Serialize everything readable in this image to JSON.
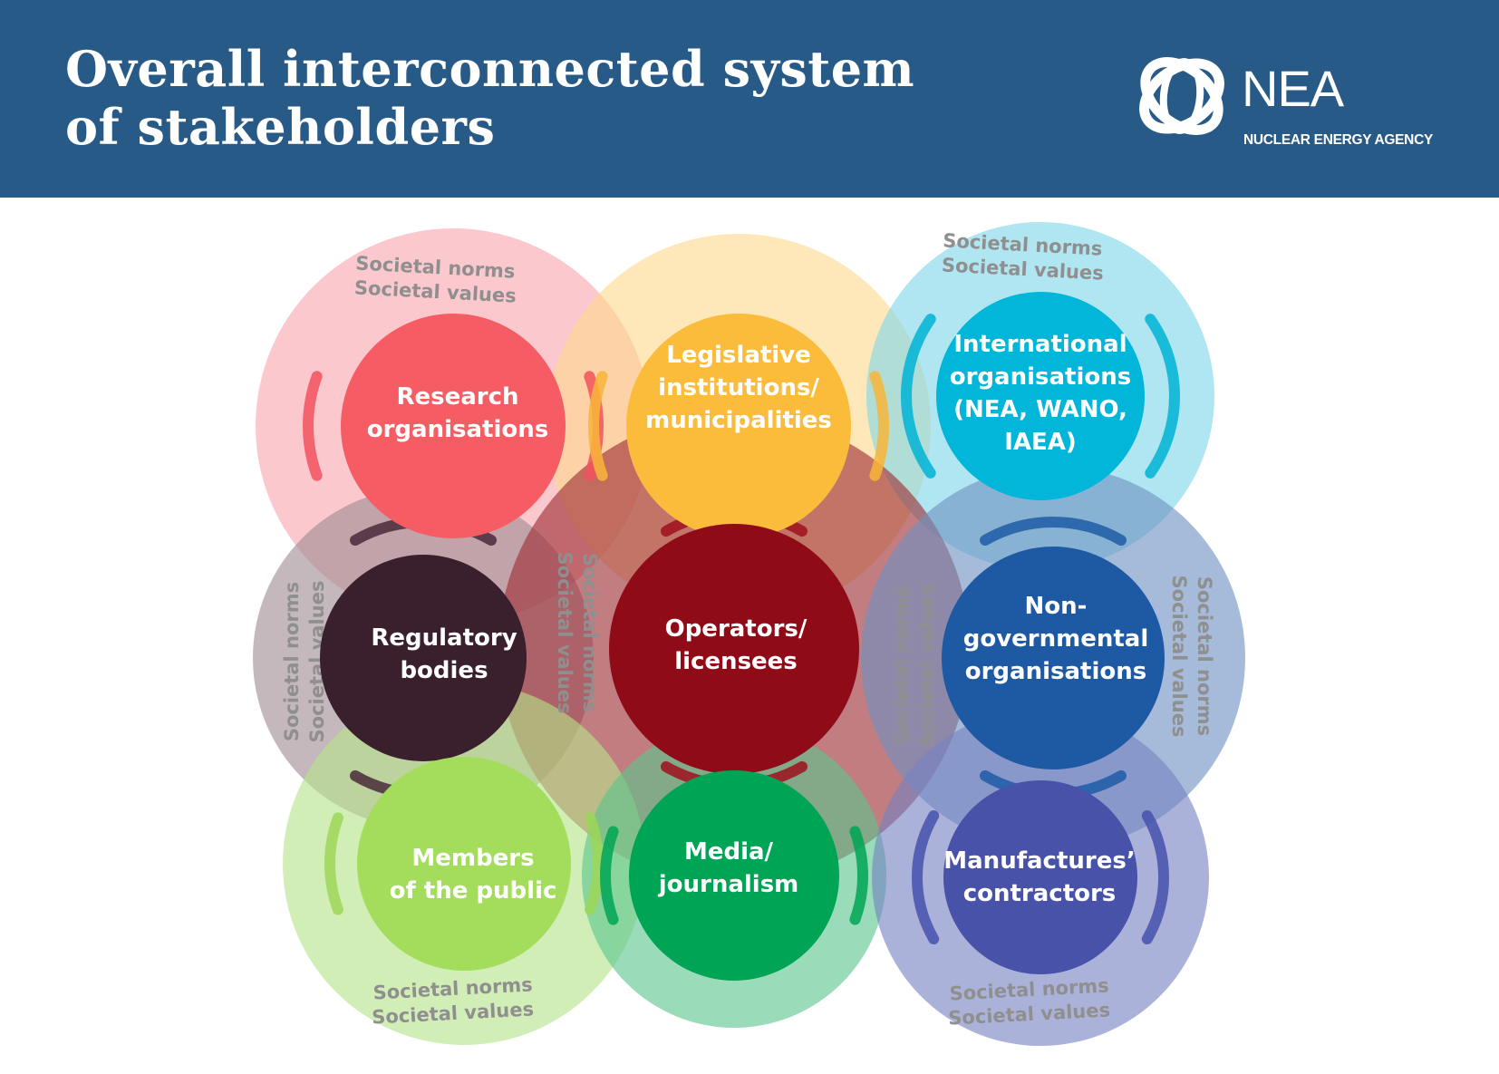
{
  "header": {
    "title_line1": "Overall interconnected system",
    "title_line2": "of stakeholders",
    "logo_text": "NEA",
    "logo_subtitle": "NUCLEAR ENERGY AGENCY",
    "background": "#285a87"
  },
  "nodes": [
    {
      "id": "research",
      "lines": [
        "Research",
        "organisations"
      ],
      "norms": "Societal norms",
      "values": "Societal values",
      "halo": "#f8a7b0",
      "core": "#f65c63",
      "arc": "#f2525d"
    },
    {
      "id": "legislative",
      "lines": [
        "Legislative",
        "institutions/",
        "municipalities"
      ],
      "halo": "#fed98e",
      "core": "#fbbc3b",
      "arc": "#f8b538"
    },
    {
      "id": "international",
      "lines": [
        "International",
        "organisations",
        "(NEA, WANO,",
        "IAEA)"
      ],
      "norms": "Societal norms",
      "values": "Societal values",
      "halo": "#7fd6e8",
      "core": "#01b6d8",
      "arc": "#00b3d5"
    },
    {
      "id": "regulatory",
      "lines": [
        "Regulatory",
        "bodies"
      ],
      "norms": "Societal norms",
      "values": "Societal values",
      "halo": "#a08c94",
      "core": "#3a1f2c",
      "arc": "#4a2a3a"
    },
    {
      "id": "operators",
      "lines": [
        "Operators/",
        "licensees"
      ],
      "norms": "Societal norms",
      "values": "Societal values",
      "halo": "#9c2d33",
      "core": "#8f0b18",
      "arc": "#a0101e"
    },
    {
      "id": "ngo",
      "lines": [
        "Non-",
        "governmental",
        "organisations"
      ],
      "norms": "Societal norms",
      "values": "Societal values",
      "norms_left": "Societal norms",
      "values_left": "Societal values",
      "halo": "#6d92c2",
      "core": "#1e5aa3",
      "arc": "#1f5aa6"
    },
    {
      "id": "public",
      "lines": [
        "Members",
        "of the public"
      ],
      "norms": "Societal norms",
      "values": "Societal values",
      "halo": "#b6e38a",
      "core": "#a3dd5b",
      "arc": "#9cd657"
    },
    {
      "id": "media",
      "lines": [
        "Media/",
        "journalism"
      ],
      "halo": "#5cc58e",
      "core": "#00a455",
      "arc": "#00a555"
    },
    {
      "id": "manufactures",
      "lines": [
        "Manufactures’",
        "contractors"
      ],
      "norms": "Societal norms",
      "values": "Societal values",
      "halo": "#7683c2",
      "core": "#4852a8",
      "arc": "#4651ad"
    }
  ]
}
